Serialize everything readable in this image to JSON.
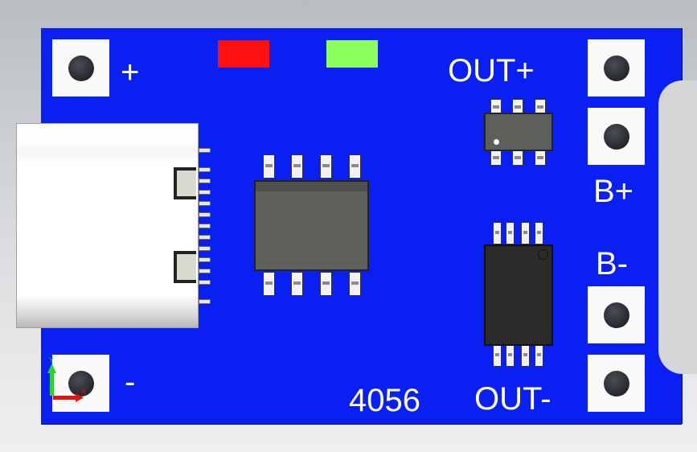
{
  "board": {
    "color": "#0a1ff2",
    "labels": {
      "plus": "+",
      "minus": "-",
      "out_plus": "OUT+",
      "out_minus": "OUT-",
      "b_plus": "B+",
      "b_minus": "B-",
      "chip_id": "4056"
    }
  },
  "leds": [
    {
      "name": "red-led",
      "color": "#ff1010"
    },
    {
      "name": "green-led",
      "color": "#8cff5c"
    }
  ],
  "axis_indicator": {
    "x_label": "X",
    "y_label": "Y"
  }
}
